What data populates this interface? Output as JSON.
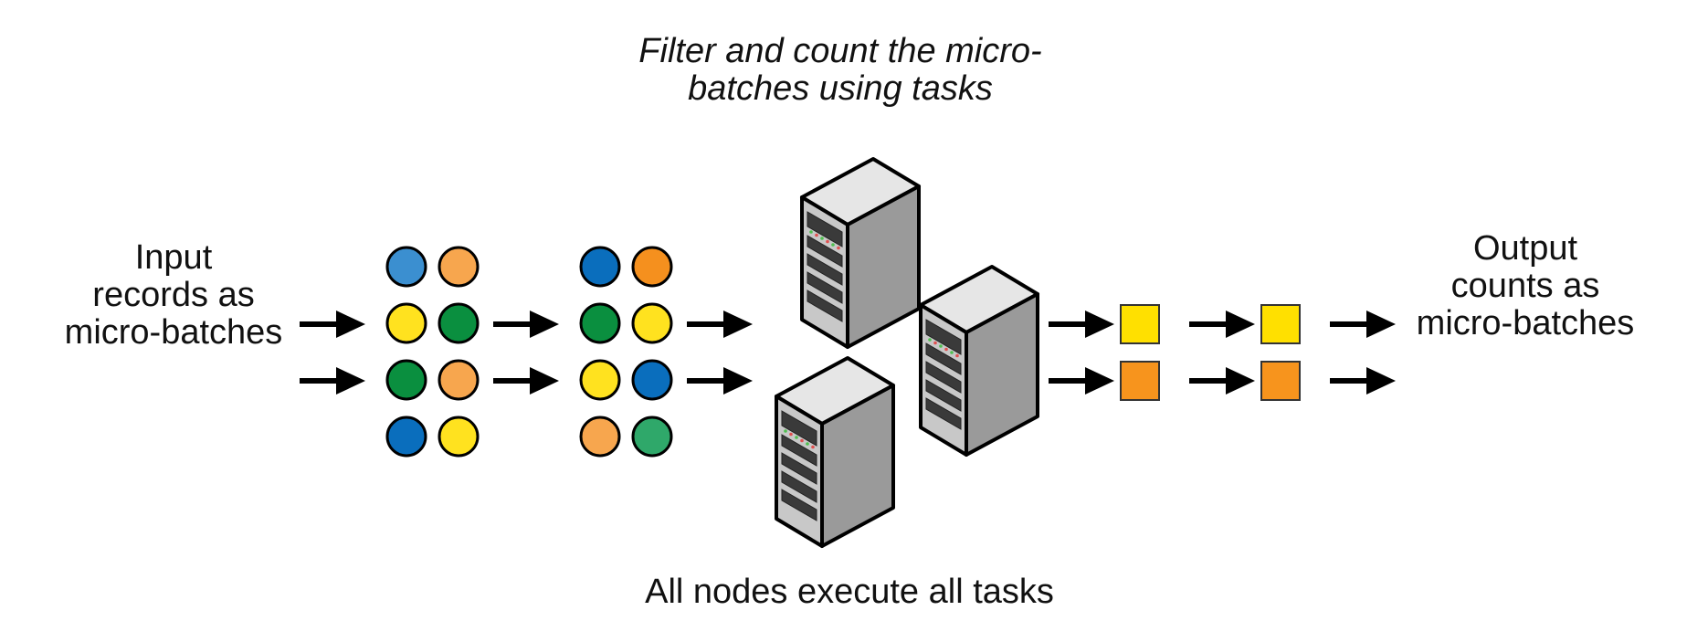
{
  "title": {
    "lines": [
      "Filter and count the micro-",
      "batches using tasks"
    ]
  },
  "caption": "All nodes execute all tasks",
  "input_label": {
    "lines": [
      "Input",
      "records as",
      "micro-batches"
    ]
  },
  "output_label": {
    "lines": [
      "Output",
      "counts as",
      "micro-batches"
    ]
  },
  "colors": {
    "blue_light": "#3B8FD0",
    "blue": "#0A6EBD",
    "orange_light": "#F7A64E",
    "orange": "#F5901E",
    "yellow": "#FFE21F",
    "green": "#0A8F3F",
    "green_light": "#2FA86A",
    "square_yellow": "#FFE000",
    "square_orange": "#F7941D",
    "server_front": "#C8C8C8",
    "server_side": "#9A9A9A",
    "server_top": "#E6E6E6",
    "stroke": "#000000"
  },
  "input_batch": [
    [
      "blue_light",
      "orange_light"
    ],
    [
      "yellow",
      "green"
    ],
    [
      "green",
      "orange_light"
    ],
    [
      "blue",
      "yellow"
    ]
  ],
  "filtered_batch": [
    [
      "blue",
      "orange"
    ],
    [
      "green",
      "yellow"
    ],
    [
      "yellow",
      "blue"
    ],
    [
      "orange_light",
      "green_light"
    ]
  ],
  "output_squares": [
    [
      "square_yellow",
      "square_yellow"
    ],
    [
      "square_orange",
      "square_orange"
    ]
  ],
  "server_count": 3,
  "icons": [
    "arrow-right-icon",
    "server-icon",
    "record-dot-icon",
    "count-square-icon"
  ]
}
